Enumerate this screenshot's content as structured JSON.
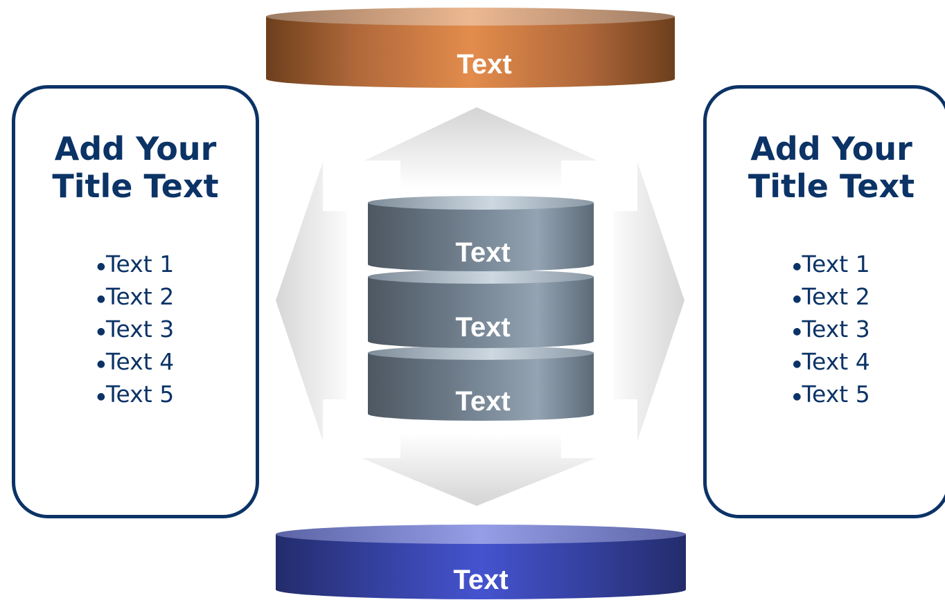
{
  "top_cylinder": {
    "label": "Text"
  },
  "bottom_cylinder": {
    "label": "Text"
  },
  "center_stack": {
    "labels": [
      "Text",
      "Text",
      "Text"
    ]
  },
  "left_panel": {
    "title_line1": "Add Your",
    "title_line2": "Title Text",
    "items": [
      "Text 1",
      "Text 2",
      "Text 3",
      "Text 4",
      "Text 5"
    ]
  },
  "right_panel": {
    "title_line1": "Add Your",
    "title_line2": "Title Text",
    "items": [
      "Text 1",
      "Text 2",
      "Text 3",
      "Text 4",
      "Text 5"
    ]
  },
  "colors": {
    "top_cylinder": "#d98a4c",
    "bottom_cylinder": "#3e4cc0",
    "center_stack": "#5f6f7d",
    "panel_border": "#0b3366",
    "text_dark": "#0b3366",
    "arrows": "#e0e0e0"
  }
}
